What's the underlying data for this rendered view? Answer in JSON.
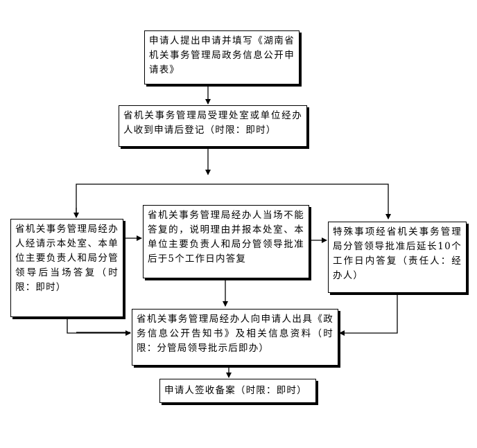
{
  "flowchart": {
    "nodes": {
      "apply": "申请人提出申请并填写《湖南省机关事务管理局政务信息公开申请表》",
      "register": "省机关事务管理局受理处室或单位经办人收到申请后登记（时限：即时）",
      "reply_on_site": "省机关事务管理局经办人经请示本处室、本单位主要负责人和局分管领导后当场答复（时限：即时）",
      "cannot_reply": "省机关事务管理局经办人当场不能答复的，说明理由并报本处室、本单位主要负责人和局分管领导批准后于5个工作日内答复",
      "special_extend": "特殊事项经省机关事务管理局分管领导批准后延长10个工作日内答复（责任人：经办人）",
      "issue_notice": "省机关事务管理局经办人向申请人出具《政务信息公开告知书》及相关信息资料（时限：分管局领导批示后即办）",
      "sign_archive": "申请人签收备案（时限：即时）"
    }
  }
}
